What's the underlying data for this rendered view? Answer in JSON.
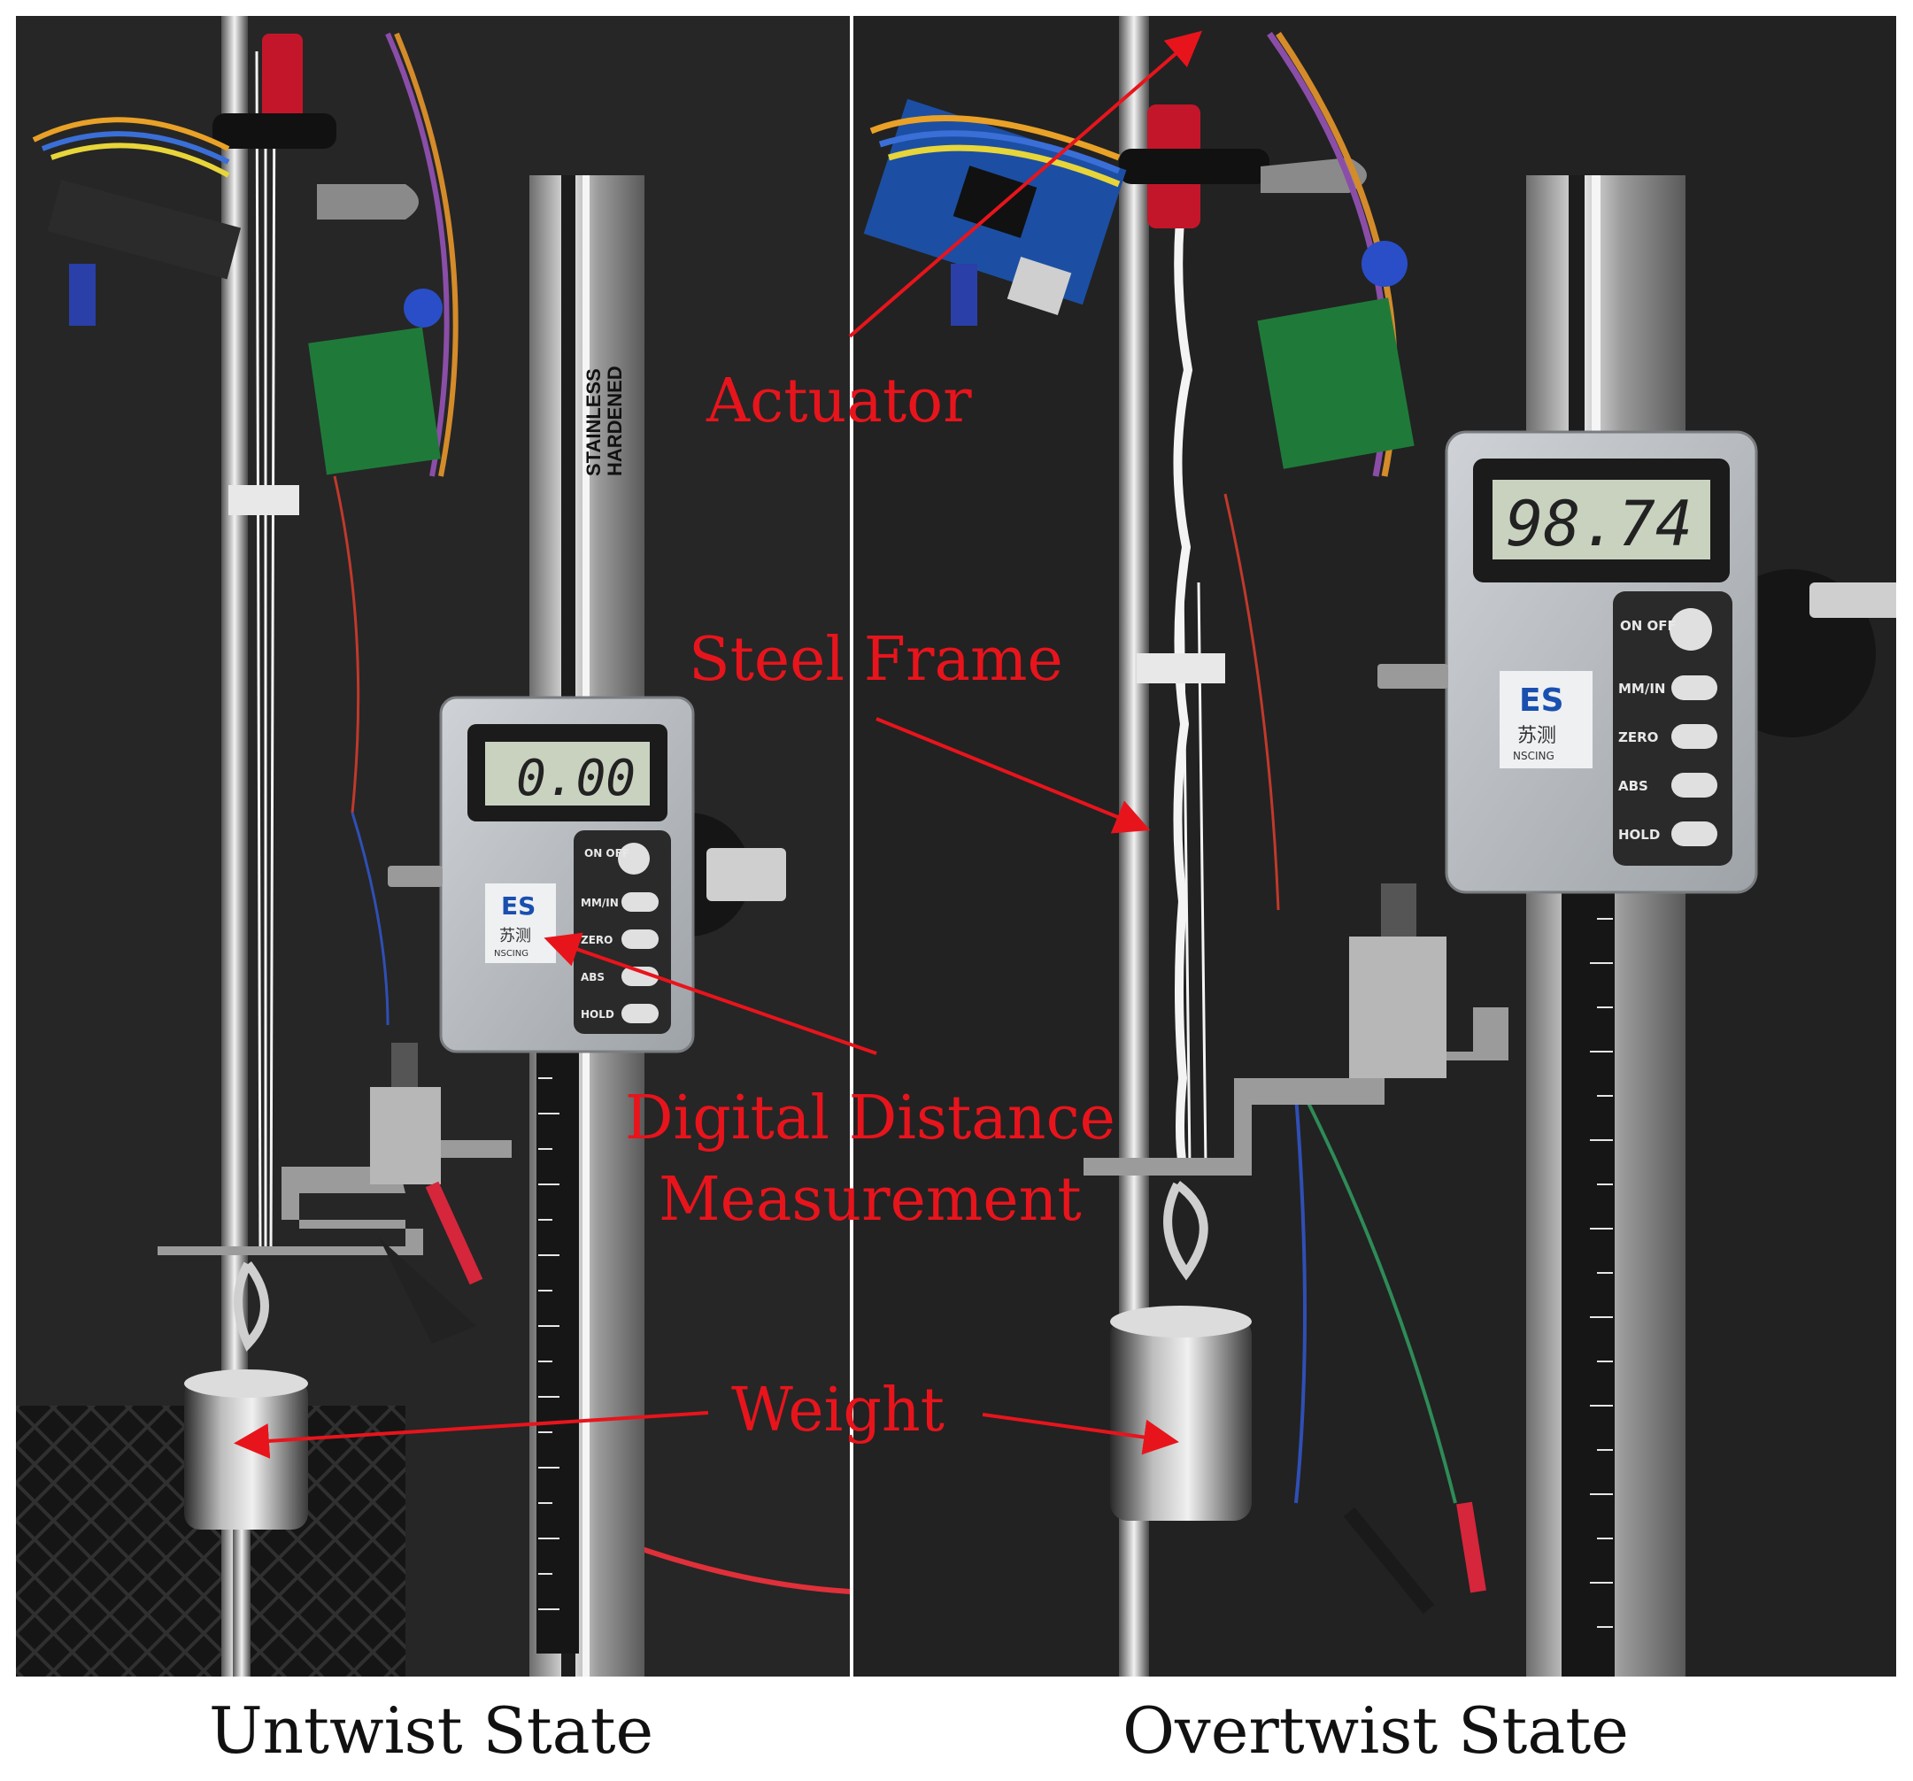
{
  "panels": {
    "left": {
      "caption": "Untwist  State",
      "display_reading": "0.00",
      "stainless_text": "STAINLESS",
      "hardened_text": "HARDENED"
    },
    "right": {
      "caption": "Overtwist  State",
      "display_reading": "98.74"
    }
  },
  "gauge": {
    "brand_logo": "ES",
    "brand_chinese": "苏测",
    "brand_name": "NSCING",
    "buttons": [
      "ON OFF",
      "MM/IN",
      "ZERO",
      "ABS",
      "HOLD"
    ]
  },
  "annotations": {
    "actuator": "Actuator",
    "steel_frame": "Steel Frame",
    "digital_distance": "Digital Distance",
    "measurement": "Measurement",
    "weight": "Weight"
  },
  "colors": {
    "annotation": "#e8141c",
    "background": "#222222",
    "lcd": "#c9d2bf"
  }
}
